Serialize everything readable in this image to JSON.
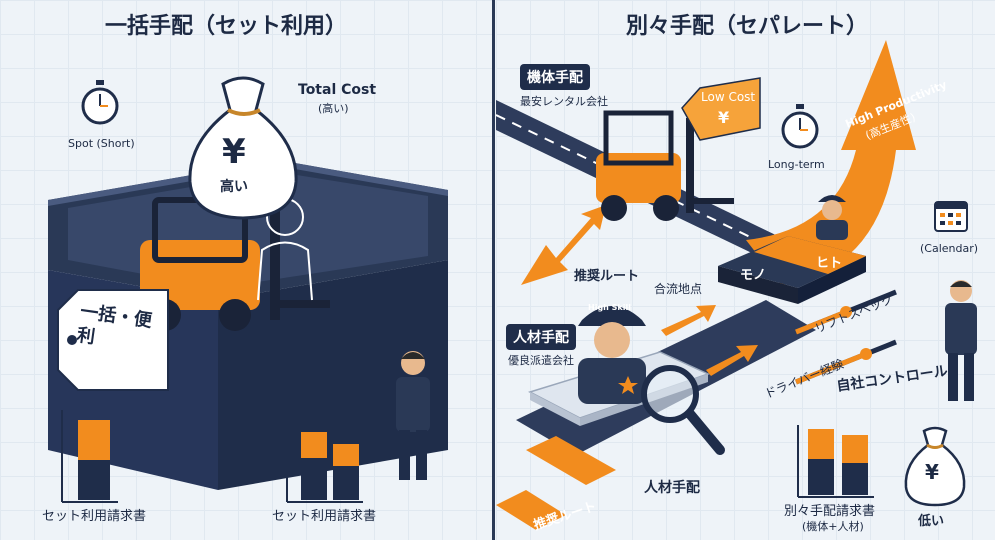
{
  "left": {
    "title": "一括手配（セット利用）",
    "spot_label": "Spot (Short)",
    "total_cost_label": "Total Cost",
    "total_cost_sub": "(高い)",
    "bag_symbol": "¥",
    "bag_label": "高い",
    "tag_label": "一括・便利",
    "invoice_label_1": "セット利用請求書",
    "invoice_label_2": "セット利用請求書"
  },
  "right": {
    "title": "別々手配（セパレート）",
    "forklift_tag": "機体手配",
    "forklift_sub": "最安レンタル会社",
    "low_cost_label": "Low Cost",
    "low_cost_symbol": "¥",
    "long_term_label": "Long-term",
    "high_productivity_label": "High Productivity",
    "high_productivity_sub": "(高生産性)",
    "calendar_label": "(Calendar)",
    "puzzle_mono": "モノ",
    "puzzle_hito": "ヒト",
    "recommended_route": "推奨ルート",
    "merge_point": "合流地点",
    "staff_tag": "人材手配",
    "staff_sub": "優良派遣会社",
    "high_skill_badge": "High Skill",
    "lift_spec": "リフトスペック",
    "driver_experience": "ドライバー経験",
    "in_house_control": "自社コントロール",
    "staff_arrangement": "人材手配",
    "bottom_route": "推奨ルート",
    "invoice_label": "別々手配請求書",
    "invoice_sub": "(機体+人材)",
    "bag_symbol": "¥",
    "bag_label": "低い"
  },
  "colors": {
    "navy": "#1f2d4a",
    "orange": "#f28c1e",
    "background": "#eef3f8",
    "grid": "#dbe4ee"
  }
}
